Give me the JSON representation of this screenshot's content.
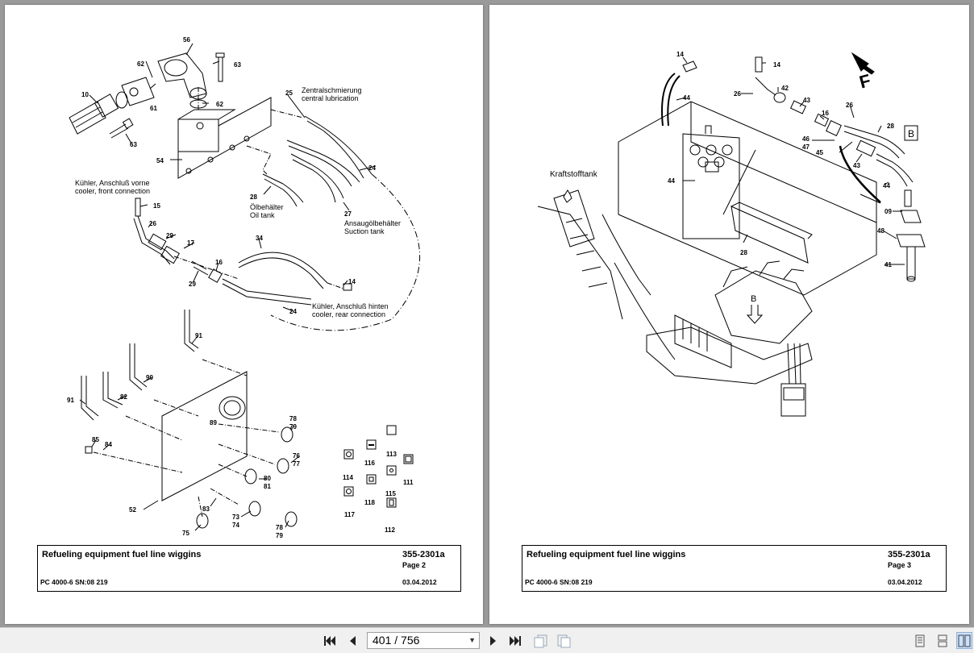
{
  "viewer": {
    "page_indicator": "401 / 756",
    "nav": {
      "first_icon": "skip-to-first-icon",
      "prev_icon": "previous-page-icon",
      "next_icon": "next-page-icon",
      "last_icon": "skip-to-last-icon",
      "dropdown_icon": "dropdown-arrow-icon"
    },
    "views": [
      "single-page-view-icon",
      "continuous-view-icon",
      "two-page-view-icon"
    ]
  },
  "pages": [
    {
      "title": "Refueling equipment fuel line wiggins",
      "doc_number": "355-2301a",
      "page_label": "Page 2",
      "model": "PC 4000-6 SN:08 219",
      "date": "03.04.2012",
      "annotations": {
        "central_lub_de": "Zentralschmierung",
        "central_lub_en": "central lubrication",
        "cooler_front_de": "Kühler, Anschluß vorne",
        "cooler_front_en": "cooler, front connection",
        "oil_tank_de": "Ölbehälter",
        "oil_tank_en": "Oil tank",
        "suction_de": "Ansaugölbehälter",
        "suction_en": "Suction tank",
        "cooler_rear_de": "Kühler, Anschluß hinten",
        "cooler_rear_en": "cooler, rear connection"
      },
      "part_numbers": [
        "56",
        "62",
        "63",
        "10",
        "61",
        "63",
        "62",
        "25",
        "54",
        "24",
        "28",
        "27",
        "15",
        "26",
        "29",
        "17",
        "34",
        "16",
        "29",
        "14",
        "24",
        "91",
        "90",
        "91",
        "82",
        "85",
        "84",
        "89",
        "78",
        "79",
        "76",
        "77",
        "80",
        "81",
        "52",
        "83",
        "73",
        "74",
        "75",
        "78",
        "79",
        "113",
        "116",
        "114",
        "111",
        "115",
        "117",
        "118",
        "112"
      ]
    },
    {
      "title": "Refueling equipment fuel line wiggins",
      "doc_number": "355-2301a",
      "page_label": "Page 3",
      "model": "PC 4000-6 SN:08 219",
      "date": "03.04.2012",
      "annotations": {
        "fuel_tank": "Kraftstofftank",
        "detail_b_box": "B",
        "detail_b_arrow": "B",
        "direction": "F"
      },
      "part_numbers": [
        "14",
        "14",
        "44",
        "26",
        "42",
        "43",
        "16",
        "26",
        "28",
        "46",
        "47",
        "45",
        "43",
        "44",
        "09",
        "48",
        "41",
        "44",
        "28"
      ]
    }
  ]
}
